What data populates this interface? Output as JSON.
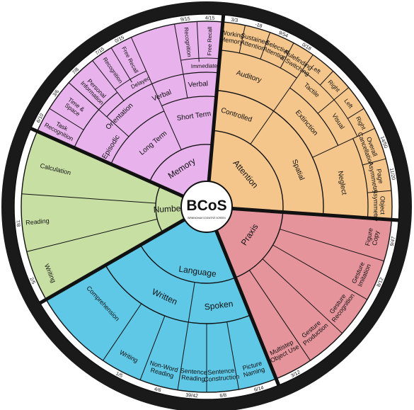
{
  "logo": {
    "text": "BCoS",
    "subtitle": "BIRMINGHAM COGNITIVE SCREEN"
  },
  "colors": {
    "attention": "#f5c68c",
    "memory": "#e8b2ec",
    "number": "#c8dfa4",
    "language": "#5ec8e6",
    "praxis": "#e6949c",
    "ring_dark": "#1a1a1a",
    "line": "#111111"
  },
  "domains": [
    {
      "id": "attention",
      "label": "Attention"
    },
    {
      "id": "memory",
      "label": "Memory"
    },
    {
      "id": "number",
      "label": "Number"
    },
    {
      "id": "language",
      "label": "Language"
    },
    {
      "id": "praxis",
      "label": "Praxis"
    }
  ],
  "subdomains": [
    {
      "id": "auditory",
      "label": "Auditory"
    },
    {
      "id": "controlled",
      "label": "Controlled"
    },
    {
      "id": "spatial",
      "label": "Spatial"
    },
    {
      "id": "extinction",
      "label": "Extinction"
    },
    {
      "id": "neglect",
      "label": "Neglect"
    },
    {
      "id": "visual_attn",
      "label": "Visual"
    },
    {
      "id": "tactile",
      "label": "Tactile"
    },
    {
      "id": "long_term",
      "label": "Long Term"
    },
    {
      "id": "short_term",
      "label": "Short Term"
    },
    {
      "id": "orientation",
      "label": "Orientation"
    },
    {
      "id": "episodic",
      "label": "Episodic"
    },
    {
      "id": "verbal_lt",
      "label": "Verbal"
    },
    {
      "id": "verbal_st",
      "label": "Verbal"
    },
    {
      "id": "delayed",
      "label": "Delayed"
    },
    {
      "id": "immediate",
      "label": "Immediate"
    },
    {
      "id": "written",
      "label": "Written"
    },
    {
      "id": "spoken",
      "label": "Spoken"
    }
  ],
  "tests": [
    {
      "id": "working_memory",
      "label": "Working Memory",
      "score": "3/3"
    },
    {
      "id": "sustained_attention",
      "label": "Sustained Attention",
      "score": "-18"
    },
    {
      "id": "selective_attention",
      "label": "Selective Attention",
      "score": "9/54"
    },
    {
      "id": "rulefinding",
      "label": "Rulefinding & Switching",
      "score": "0/18"
    },
    {
      "id": "tactile_left",
      "label": "Left",
      "score": ""
    },
    {
      "id": "tactile_right",
      "label": "Right",
      "score": ""
    },
    {
      "id": "visual_left",
      "label": "Left",
      "score": ""
    },
    {
      "id": "visual_right",
      "label": "Right",
      "score": ""
    },
    {
      "id": "overall_cancellation",
      "label": "Overall Cancellation",
      "score": "14/50"
    },
    {
      "id": "page_asymmetry",
      "label": "Page Asymmetry",
      "score": "11/20"
    },
    {
      "id": "object_asymmetry",
      "label": "Object Asymmetry",
      "score": ""
    },
    {
      "id": "figure_copy",
      "label": "Figure Copy",
      "score": "9/47"
    },
    {
      "id": "gesture_imitation",
      "label": "Gesture Imitation",
      "score": "8/12"
    },
    {
      "id": "gesture_recognition",
      "label": "Gesture Recognition",
      "score": ""
    },
    {
      "id": "gesture_production",
      "label": "Gesture Production",
      "score": ""
    },
    {
      "id": "multistep_object_use",
      "label": "Multistep Object Use",
      "score": "3/12"
    },
    {
      "id": "picture_naming",
      "label": "Picture Naming",
      "score": "6/14"
    },
    {
      "id": "sentence_construction",
      "label": "Sentence Construction",
      "score": "6/8"
    },
    {
      "id": "sentence_reading",
      "label": "Sentence Reading",
      "score": "39/42"
    },
    {
      "id": "nonword_reading",
      "label": "Non-Word Reading",
      "score": "4/6"
    },
    {
      "id": "writing_lang",
      "label": "Writing",
      "score": "1/5"
    },
    {
      "id": "comprehension",
      "label": "Comprehension",
      "score": ""
    },
    {
      "id": "writing_num",
      "label": "Writing",
      "score": "2/5"
    },
    {
      "id": "reading_num",
      "label": "Reading",
      "score": "7/8"
    },
    {
      "id": "calculation",
      "label": "Calculation",
      "score": ""
    },
    {
      "id": "task_recognition",
      "label": "Task Recognition",
      "score": "6/10"
    },
    {
      "id": "time_space",
      "label": "Time & Space",
      "score": "3/6"
    },
    {
      "id": "personal_information",
      "label": "Personal Information",
      "score": "7/8"
    },
    {
      "id": "recognition_delayed",
      "label": "Recognition",
      "score": "7/15"
    },
    {
      "id": "free_recall_delayed",
      "label": "Free Recall",
      "score": "0/15"
    },
    {
      "id": "recognition_immediate",
      "label": "Recognition",
      "score": "9/15"
    },
    {
      "id": "free_recall_immediate",
      "label": "Free Recall",
      "score": "4/15"
    }
  ]
}
